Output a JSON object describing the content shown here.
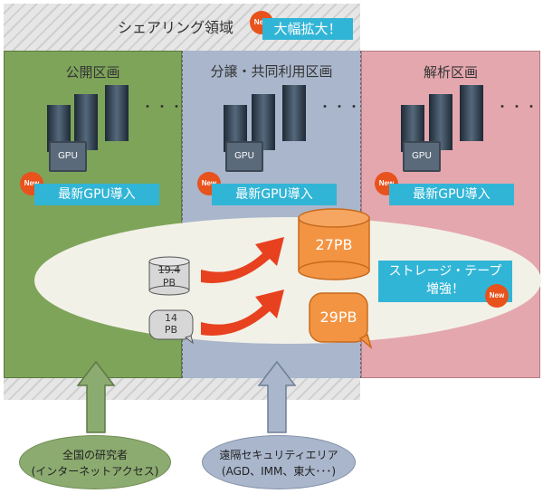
{
  "sharing_area": {
    "title": "シェアリング領域",
    "new": "New",
    "expansion": "大幅拡大！"
  },
  "zones": [
    {
      "title": "公開区画",
      "color": "#7ea45a",
      "new": "New",
      "gpu_label": "GPU",
      "gpu_text": "最新GPU導入",
      "more": "・・・"
    },
    {
      "title": "分譲・共同利用区画",
      "color": "#a9b6cc",
      "new": "New",
      "gpu_label": "GPU",
      "gpu_text": "最新GPU導入",
      "more": "・・・"
    },
    {
      "title": "解析区画",
      "color": "#e4a7ae",
      "new": "New",
      "gpu_label": "GPU",
      "gpu_text": "最新GPU導入",
      "more": "・・・"
    }
  ],
  "storage": {
    "old_disk_value": "19.4",
    "old_disk_unit": "PB",
    "old_tape_value": "14",
    "old_tape_unit": "PB",
    "new_disk": "27PB",
    "new_tape": "29PB",
    "enhancement_line1": "ストレージ・テープ",
    "enhancement_line2": "増強！",
    "new": "New"
  },
  "access": {
    "public_line1": "全国の研究者",
    "public_line2": "(インターネットアクセス)",
    "secure_line1": "遠隔セキュリティエリア",
    "secure_line2": "(AGD、IMM、東大･･･)"
  },
  "colors": {
    "orange": "#f39443",
    "arrow_red": "#e7411f",
    "cyan": "#31b5d6",
    "new_badge": "#e8521c"
  }
}
